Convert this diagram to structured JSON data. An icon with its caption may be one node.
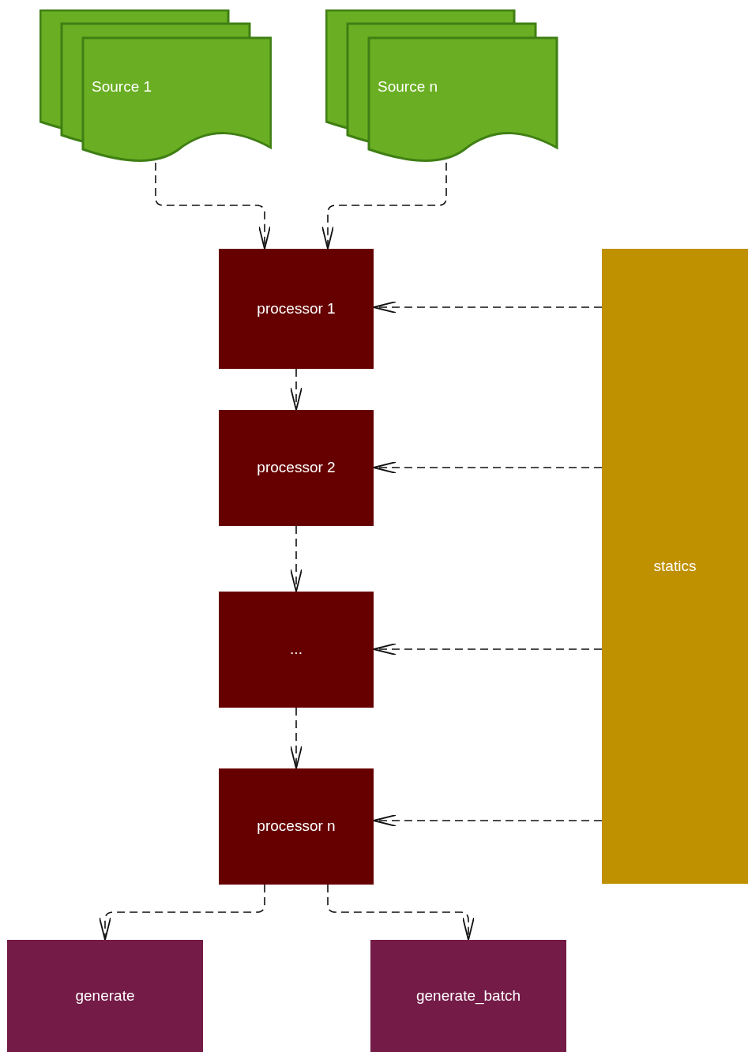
{
  "diagram": {
    "nodes": [
      {
        "text": [
          "Source 1"
        ]
      },
      {
        "text": [
          "Source n"
        ]
      },
      {
        "text": [
          "processor 1"
        ]
      },
      {
        "text": [
          "processor 2"
        ]
      },
      {
        "text": [
          "..."
        ]
      },
      {
        "text": [
          "processor n"
        ]
      },
      {
        "text": [
          "statics"
        ]
      },
      {
        "text": [
          "generate"
        ]
      },
      {
        "text": [
          "generate_batch"
        ]
      }
    ],
    "edges": [
      {
        "from": 0,
        "to": 2,
        "arrow": "to",
        "style": "dashed"
      },
      {
        "from": 1,
        "to": 2,
        "arrow": "to",
        "style": "dashed"
      },
      {
        "from": 6,
        "to": 2,
        "arrow": "to",
        "style": "dashed"
      },
      {
        "from": 2,
        "to": 3,
        "arrow": "to",
        "style": "dashed"
      },
      {
        "from": 6,
        "to": 3,
        "arrow": "to",
        "style": "dashed"
      },
      {
        "from": 3,
        "to": 4,
        "arrow": "to",
        "style": "dashed"
      },
      {
        "from": 6,
        "to": 4,
        "arrow": "to",
        "style": "dashed"
      },
      {
        "from": 4,
        "to": 5,
        "arrow": "to",
        "style": "dashed"
      },
      {
        "from": 6,
        "to": 5,
        "arrow": "to",
        "style": "dashed"
      },
      {
        "from": 5,
        "to": 7,
        "arrow": "to",
        "style": "dashed"
      },
      {
        "from": 5,
        "to": 8,
        "arrow": "to",
        "style": "dashed"
      }
    ]
  }
}
